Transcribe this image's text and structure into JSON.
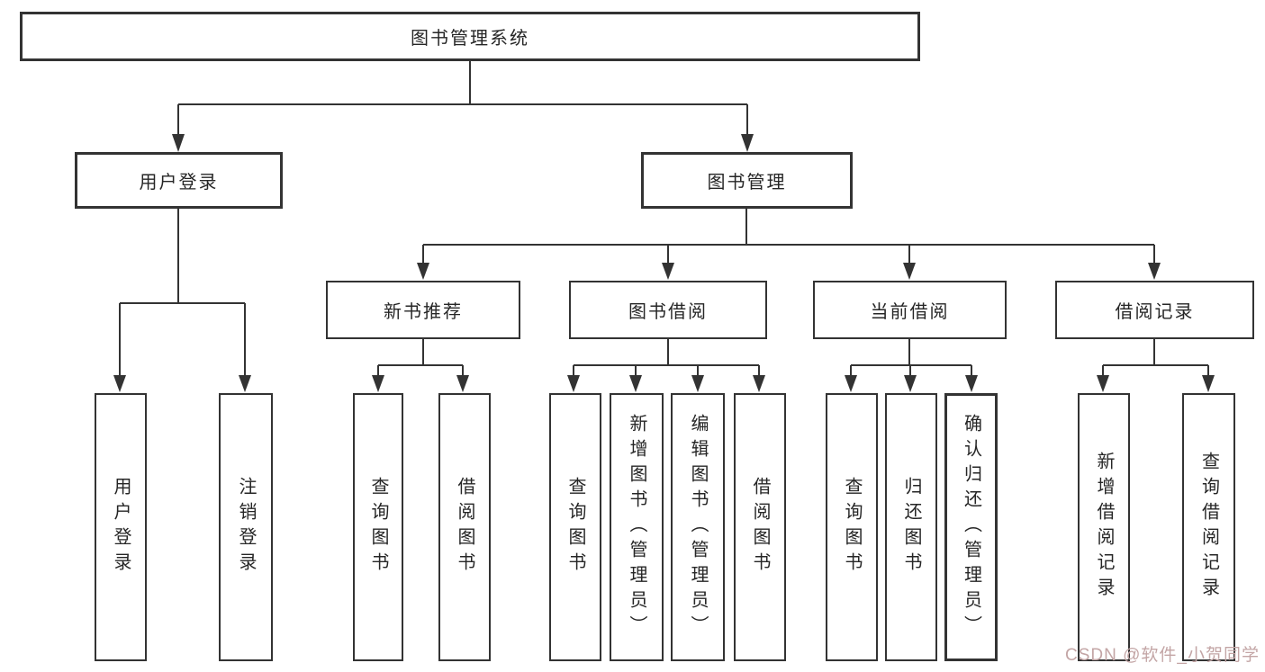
{
  "diagram": {
    "root_label": "图书管理系统",
    "branches": [
      {
        "label": "用户登录",
        "children": [
          "用户登录",
          "注销登录"
        ]
      },
      {
        "label": "图书管理",
        "children": [
          {
            "label": "新书推荐",
            "children": [
              "查询图书",
              "借阅图书"
            ]
          },
          {
            "label": "图书借阅",
            "children": [
              "查询图书",
              "新增图书（管理员）",
              "编辑图书（管理员）",
              "借阅图书"
            ]
          },
          {
            "label": "当前借阅",
            "children": [
              "查询图书",
              "归还图书",
              "确认归还（管理员）"
            ]
          },
          {
            "label": "借阅记录",
            "children": [
              "新增借阅记录",
              "查询借阅记录"
            ]
          }
        ]
      }
    ]
  },
  "watermark": {
    "text": "CSDN @软件_小贺同学",
    "color": "#c3a5a5"
  },
  "colors": {
    "line": "#333333",
    "box_border": "#333333",
    "text": "#262626",
    "background": "#ffffff"
  }
}
